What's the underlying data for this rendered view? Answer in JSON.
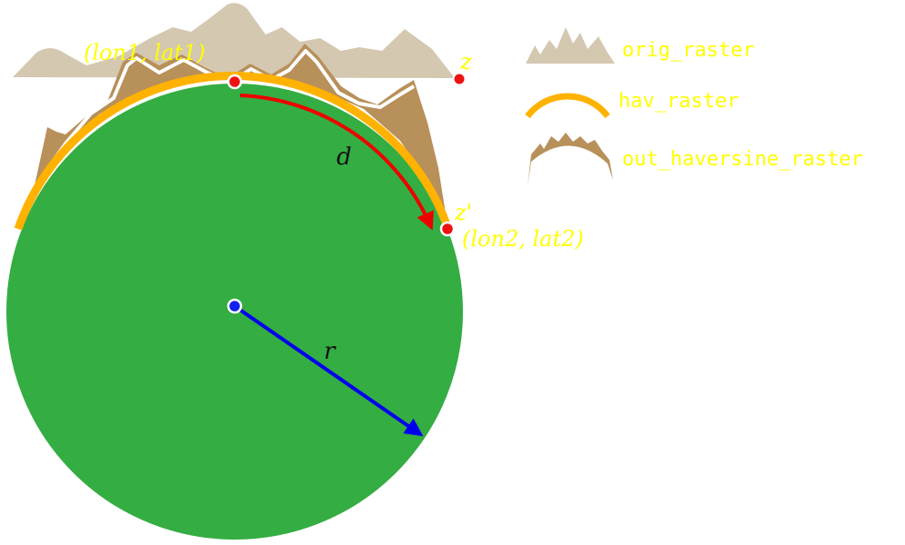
{
  "labels": {
    "point1": "(lon1, lat1)",
    "point2": "(lon2, lat2)",
    "z": "z",
    "z_prime": "z'",
    "distance": "d",
    "radius": "r"
  },
  "legend": {
    "items": [
      {
        "label": "orig_raster",
        "icon": "mountain-profile-icon"
      },
      {
        "label": "hav_raster",
        "icon": "arc-icon"
      },
      {
        "label": "out_haversine_raster",
        "icon": "bent-mountain-icon"
      }
    ]
  },
  "colors": {
    "globe": "#34ad42",
    "orig_raster": "#d4c8b1",
    "hav_raster": "#ffb200",
    "out_haversine_raster": "#b8905a",
    "distance_arrow": "#ee0000",
    "radius_arrow": "#0000ee",
    "label_yellow": "#ffff00",
    "point_red": "#ee1111",
    "center_blue": "#1122ee"
  }
}
